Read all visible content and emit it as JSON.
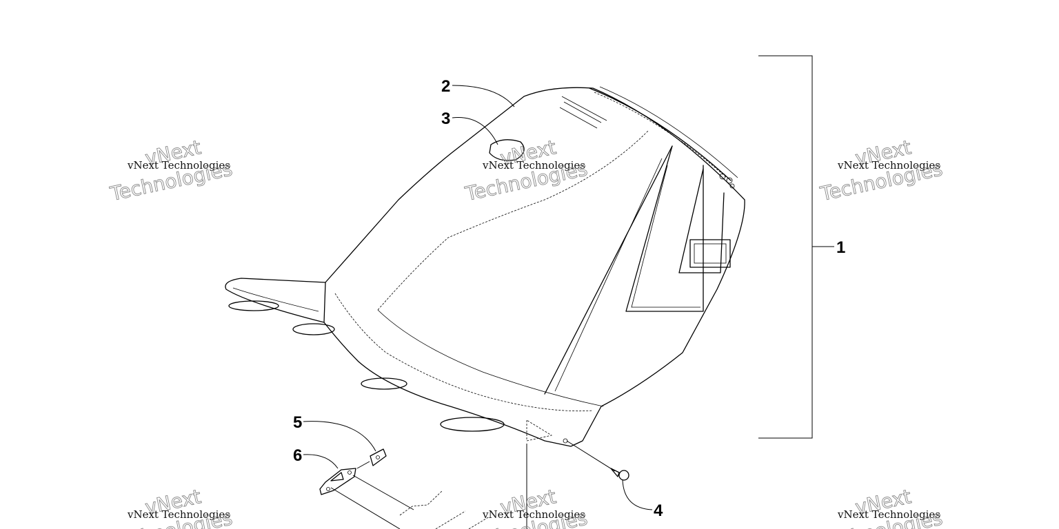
{
  "callouts": [
    {
      "id": "1",
      "label": "1"
    },
    {
      "id": "2",
      "label": "2"
    },
    {
      "id": "3",
      "label": "3"
    },
    {
      "id": "4",
      "label": "4"
    },
    {
      "id": "5",
      "label": "5"
    },
    {
      "id": "6",
      "label": "6"
    }
  ],
  "watermark": {
    "line_small": "vNext Technologies",
    "line_top": "vNext",
    "line_bottom": "Technologies"
  },
  "colors": {
    "line": "#000000",
    "watermark_outline": "#888888",
    "background": "#ffffff"
  }
}
